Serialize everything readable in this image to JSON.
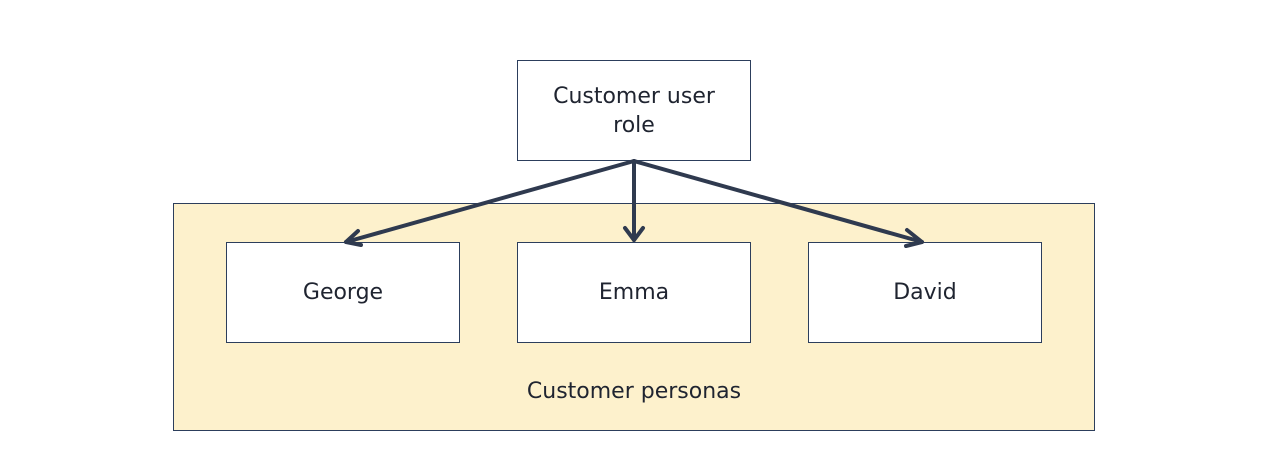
{
  "colors": {
    "group_fill": "#fdf1cc",
    "stroke": "#2c3e5c",
    "edge": "#2f3a4f",
    "node_fill": "#ffffff"
  },
  "diagram": {
    "root": {
      "label": "Customer user role"
    },
    "group": {
      "label": "Customer personas"
    },
    "children": [
      {
        "label": "George"
      },
      {
        "label": "Emma"
      },
      {
        "label": "David"
      }
    ]
  }
}
